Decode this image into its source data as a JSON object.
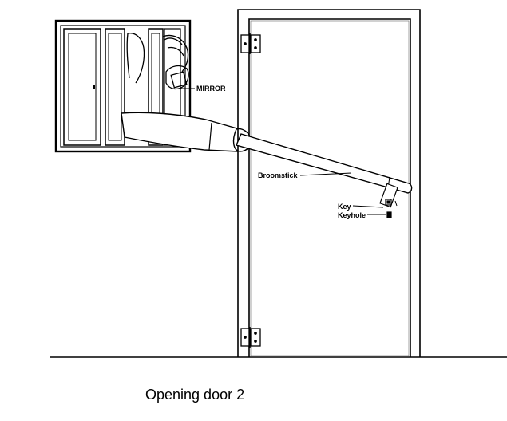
{
  "diagram": {
    "labels": {
      "mirror": "MIRROR",
      "broomstick": "Broomstick",
      "key": "Key",
      "keyhole": "Keyhole"
    },
    "caption": "Opening door 2"
  }
}
